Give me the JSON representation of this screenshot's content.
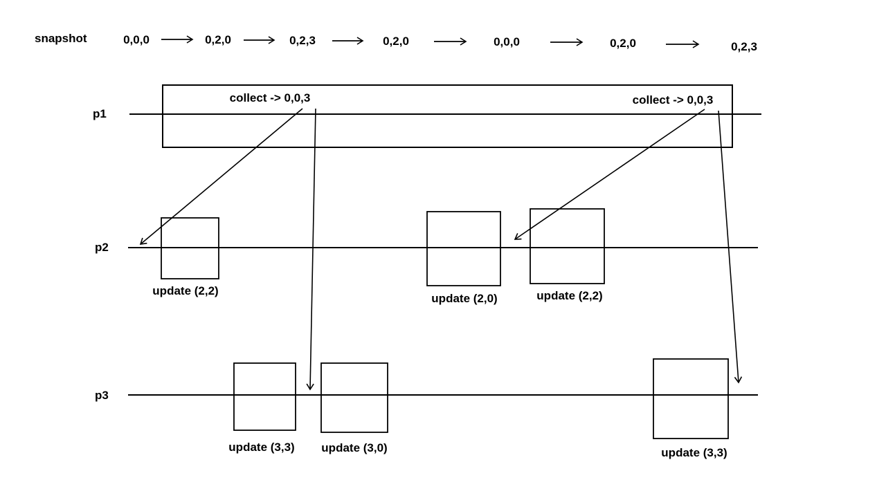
{
  "snapshot_row": {
    "label": "snapshot",
    "values": [
      "0,0,0",
      "0,2,0",
      "0,2,3",
      "0,2,0",
      "0,0,0",
      "0,2,0",
      "0,2,3"
    ]
  },
  "processes": {
    "p1": {
      "label": "p1",
      "collects": [
        {
          "label": "collect -> 0,0,3"
        },
        {
          "label": "collect -> 0,0,3"
        }
      ]
    },
    "p2": {
      "label": "p2",
      "updates": [
        {
          "label": "update (2,2)"
        },
        {
          "label": "update (2,0)"
        },
        {
          "label": "update (2,2)"
        }
      ]
    },
    "p3": {
      "label": "p3",
      "updates": [
        {
          "label": "update (3,3)"
        },
        {
          "label": "update (3,0)"
        },
        {
          "label": "update (3,3)"
        }
      ]
    }
  },
  "colors": {
    "stroke": "#000000",
    "background": "#ffffff"
  }
}
